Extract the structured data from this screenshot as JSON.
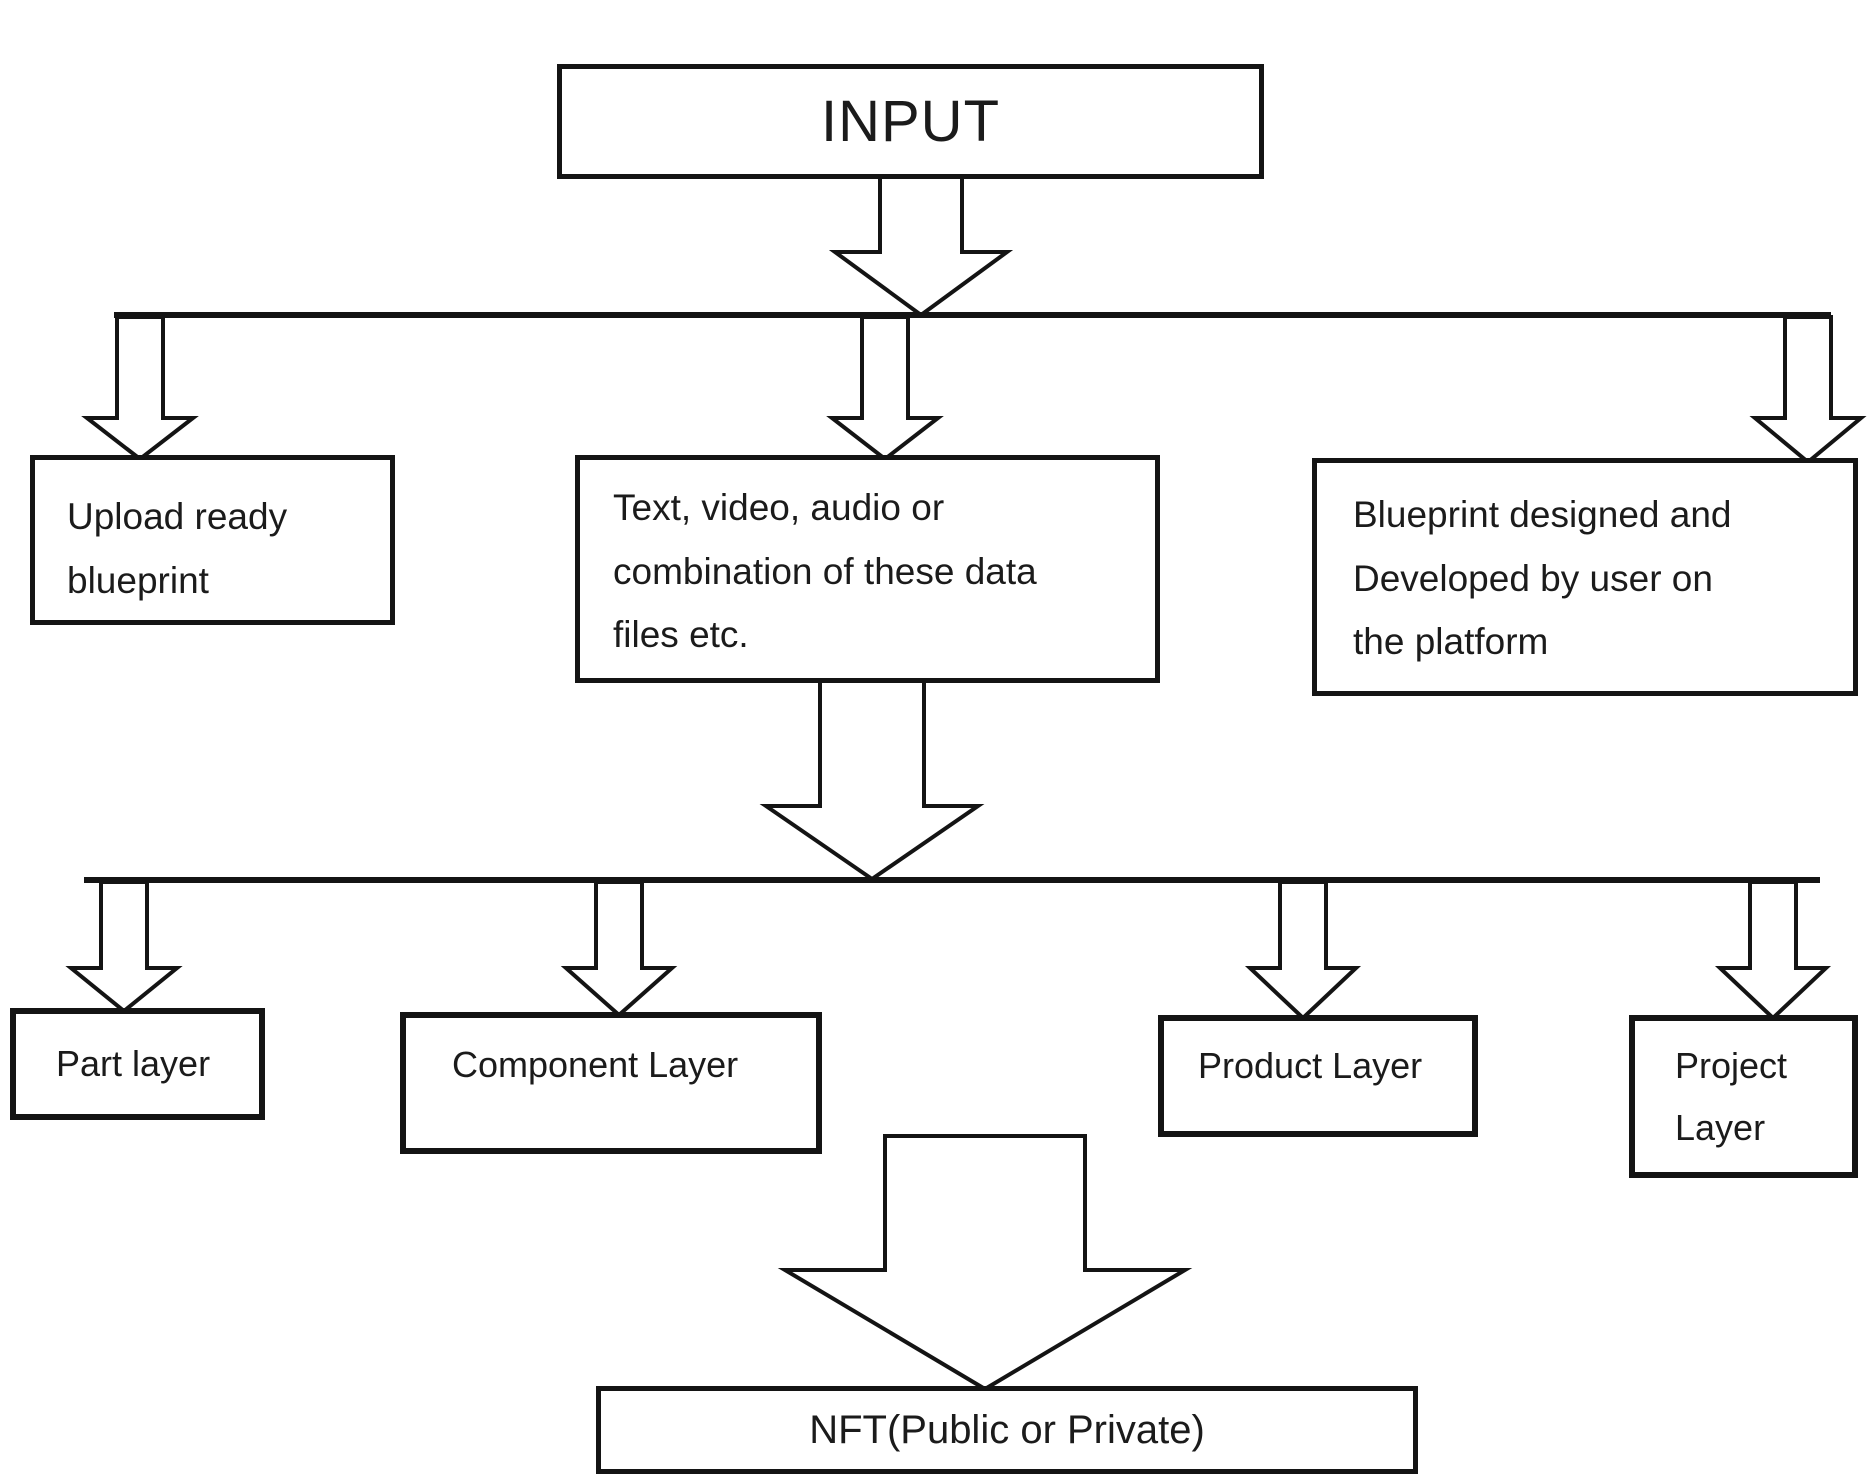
{
  "diagram": {
    "title": "Input to NFT flowchart",
    "colors": {
      "stroke": "#141414",
      "text": "#1b1b1b",
      "background": "#ffffff"
    },
    "nodes": {
      "input": {
        "label": "INPUT"
      },
      "upload": {
        "label": "Upload ready\nblueprint"
      },
      "media": {
        "label": "Text, video, audio or\ncombination of these data\nfiles etc."
      },
      "blueprint": {
        "label": "Blueprint designed and\nDeveloped by user on\nthe platform"
      },
      "part": {
        "label": "Part layer"
      },
      "component": {
        "label": "Component Layer"
      },
      "product": {
        "label": "Product Layer"
      },
      "project": {
        "label": "Project\nLayer"
      },
      "nft": {
        "label": "NFT(Public or Private)"
      }
    },
    "edges": [
      "input -> branch-line-1",
      "branch-line-1 -> upload",
      "branch-line-1 -> media",
      "branch-line-1 -> blueprint",
      "media -> branch-line-2",
      "branch-line-2 -> part",
      "branch-line-2 -> component",
      "branch-line-2 -> product",
      "branch-line-2 -> project",
      "layers -> nft"
    ]
  }
}
